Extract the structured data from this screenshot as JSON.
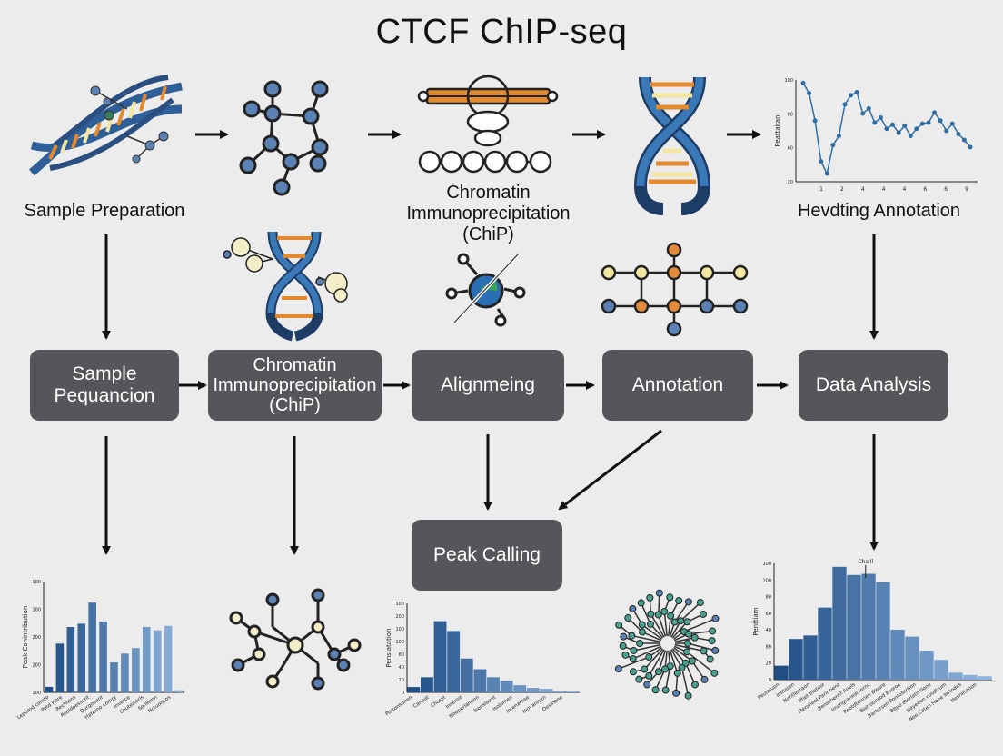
{
  "title": "CTCF ChIP-seq",
  "top_labels": {
    "sample_preparation": "Sample Preparation",
    "chip_line1": "Chromatin",
    "chip_line2": "Immunoprecipitation",
    "chip_line3": "(ChiP)",
    "annotation": "Hevdting Annotation"
  },
  "boxes": {
    "sample_line1": "Sample",
    "sample_line2": "Pequancion",
    "chip_line1": "Chromatin",
    "chip_line2": "Immunoprecipitation",
    "chip_line3": "(ChiP)",
    "alignment": "Alignmeing",
    "annotation": "Annotation",
    "data_analysis": "Data Analysis",
    "peak_calling": "Peak Calling"
  },
  "colors": {
    "box": "#545659",
    "dna_blue": "#2f5f98",
    "dna_orange": "#e38a2e",
    "node_blue": "#5b82b5",
    "node_yellow": "#f3e6a0",
    "node_orange": "#e08a3c",
    "bar_dark": "#1f4e86",
    "bar_light": "#8fb5dd",
    "line_series": "#2f6ea5"
  },
  "chart_data": [
    {
      "type": "line",
      "title": "",
      "ylabel": "Peattakan",
      "x_ticks": [
        "1",
        "2",
        "4",
        "4",
        "4",
        "6",
        "6",
        "9"
      ],
      "y_ticks": [
        "100",
        "80",
        "60",
        "20"
      ],
      "ylim": [
        0,
        100
      ],
      "values": [
        97,
        87,
        60,
        20,
        8,
        36,
        45,
        76,
        85,
        88,
        67,
        72,
        58,
        63,
        52,
        56,
        48,
        55,
        45,
        52,
        57,
        58,
        68,
        60,
        50,
        57,
        47,
        41,
        34
      ]
    },
    {
      "type": "bar",
      "title": "",
      "ylabel": "Peak Conintribution",
      "y_ticks": [
        "100",
        "100",
        "200",
        "200",
        "100"
      ],
      "ylim": [
        0,
        100
      ],
      "categories": [
        "Lepomd comto",
        "Potd Hore",
        "Rechtons",
        "Reoldoessunt",
        "Durgoeant",
        "Haterno comry",
        "Inverce",
        "Coutertorls",
        "Sonlemn",
        "Nctuoncos"
      ],
      "values": [
        5,
        44,
        59,
        62,
        81,
        64,
        27,
        35,
        40,
        59,
        56,
        60,
        2
      ]
    },
    {
      "type": "bar",
      "title": "",
      "ylabel": "Pensiatation",
      "y_ticks": [
        "100",
        "200",
        "100",
        "100",
        "80",
        "40",
        "20",
        "0"
      ],
      "ylim": [
        0,
        100
      ],
      "categories": [
        "Portonsunen",
        "Caneat",
        "Chasst",
        "Inserint",
        "Nooperlanenn",
        "Isonslaent",
        "Isolumen",
        "Inrenarnse",
        "Innvanisen",
        "Oesinene"
      ],
      "values": [
        6,
        17,
        80,
        69,
        38,
        26,
        17,
        13,
        8,
        5,
        4,
        2,
        2
      ]
    },
    {
      "type": "bar",
      "title": "Cha ll",
      "ylabel": "Penttiam",
      "y_ticks": [
        "100",
        "100",
        "80",
        "60",
        "40",
        "80",
        "20",
        "0"
      ],
      "ylim": [
        0,
        100
      ],
      "categories": [
        "Peutoluon",
        "Inetaren",
        "Nantlentaon",
        "Phet bioteor",
        "Mergheol Parit benz",
        "Beroohenkt Anels",
        "Imangraneal fernu",
        "Reotdtenrien Bleare",
        "Bistroonsod Bsoroe",
        "Bartersen Pontoscrtion",
        "Blteo eterlatn tlone",
        "Heyeeen cosdtrum",
        "Nee Caten Hone Iertodes",
        "Hesnetation"
      ],
      "values": [
        12,
        35,
        38,
        62,
        97,
        90,
        91,
        84,
        43,
        37,
        25,
        17,
        6,
        4,
        3
      ]
    }
  ]
}
